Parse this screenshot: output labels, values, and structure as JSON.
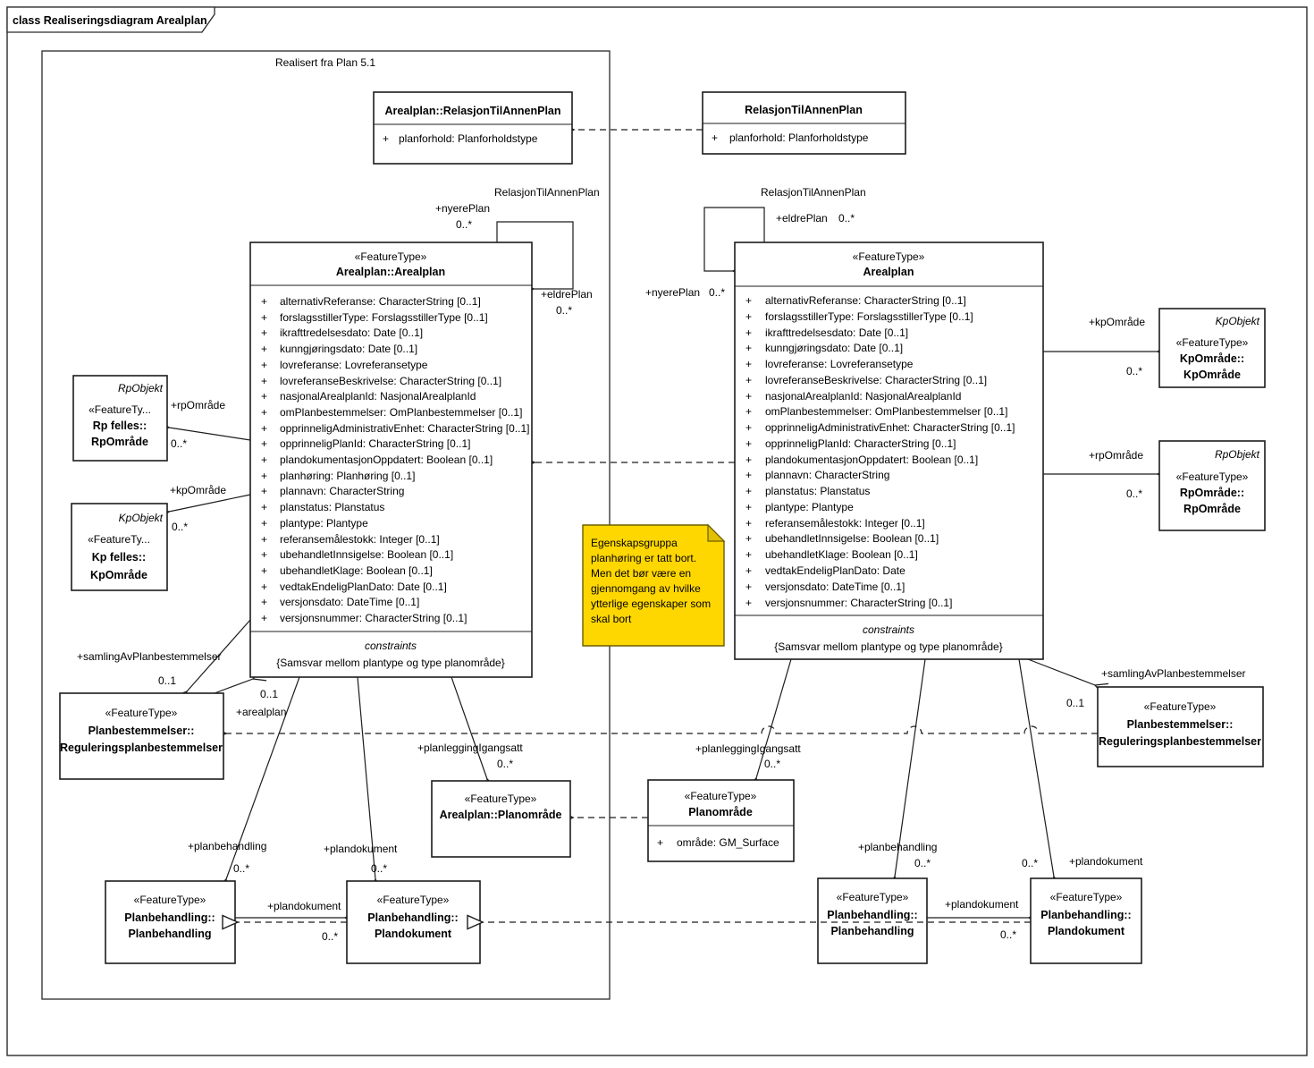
{
  "diagram": {
    "tab_title": "class Realiseringsdiagram Arealplan",
    "frame_label": "Realisert fra Plan 5.1"
  },
  "ui": {
    "plus": "+",
    "constraints_keyword": "constraints"
  },
  "classes": {
    "relasjon_left": {
      "name": "Arealplan::RelasjonTilAnnenPlan",
      "attr": "planforhold: Planforholdstype"
    },
    "relasjon_right": {
      "name": "RelasjonTilAnnenPlan",
      "attr": "planforhold: Planforholdstype"
    },
    "arealplan_left": {
      "stereotype": "«FeatureType»",
      "name": "Arealplan::Arealplan",
      "attributes": [
        "alternativReferanse: CharacterString [0..1]",
        "forslagsstillerType: ForslagsstillerType [0..1]",
        "ikrafttredelsesdato: Date [0..1]",
        "kunngjøringsdato: Date [0..1]",
        "lovreferanse: Lovreferansetype",
        "lovreferanseBeskrivelse: CharacterString [0..1]",
        "nasjonalArealplanId: NasjonalArealplanId",
        "omPlanbestemmelser: OmPlanbestemmelser [0..1]",
        "opprinneligAdministrativEnhet: CharacterString [0..1]",
        "opprinneligPlanId: CharacterString [0..1]",
        "plandokumentasjonOppdatert: Boolean [0..1]",
        "planhøring: Planhøring [0..1]",
        "plannavn: CharacterString",
        "planstatus: Planstatus",
        "plantype: Plantype",
        "referansemålestokk: Integer [0..1]",
        "ubehandletInnsigelse: Boolean [0..1]",
        "ubehandletKlage: Boolean [0..1]",
        "vedtakEndeligPlanDato: Date [0..1]",
        "versjonsdato: DateTime [0..1]",
        "versjonsnummer: CharacterString [0..1]"
      ],
      "constraint": "{Samsvar mellom plantype og type planområde}"
    },
    "arealplan_right": {
      "stereotype": "«FeatureType»",
      "name": "Arealplan",
      "attributes": [
        "alternativReferanse: CharacterString [0..1]",
        "forslagsstillerType: ForslagsstillerType [0..1]",
        "ikrafttredelsesdato: Date [0..1]",
        "kunngjøringsdato: Date [0..1]",
        "lovreferanse: Lovreferansetype",
        "lovreferanseBeskrivelse: CharacterString [0..1]",
        "nasjonalArealplanId: NasjonalArealplanId",
        "omPlanbestemmelser: OmPlanbestemmelser [0..1]",
        "opprinneligAdministrativEnhet: CharacterString [0..1]",
        "opprinneligPlanId: CharacterString [0..1]",
        "plandokumentasjonOppdatert: Boolean [0..1]",
        "plannavn: CharacterString",
        "planstatus: Planstatus",
        "plantype: Plantype",
        "referansemålestokk: Integer [0..1]",
        "ubehandletInnsigelse: Boolean [0..1]",
        "ubehandletKlage: Boolean [0..1]",
        "vedtakEndeligPlanDato: Date",
        "versjonsdato: DateTime [0..1]",
        "versjonsnummer: CharacterString [0..1]"
      ],
      "constraint": "{Samsvar mellom plantype og type planområde}"
    },
    "rp_felles": {
      "parent": "RpObjekt",
      "stereotype": "«FeatureTy...",
      "name_line1": "Rp felles::",
      "name_line2": "RpOmråde"
    },
    "kp_felles": {
      "parent": "KpObjekt",
      "stereotype": "«FeatureTy...",
      "name_line1": "Kp felles::",
      "name_line2": "KpOmråde"
    },
    "kp_omrade": {
      "parent": "KpObjekt",
      "stereotype": "«FeatureType»",
      "name_line1": "KpOmråde::",
      "name_line2": "KpOmråde"
    },
    "rp_omrade": {
      "parent": "RpObjekt",
      "stereotype": "«FeatureType»",
      "name_line1": "RpOmråde::",
      "name_line2": "RpOmråde"
    },
    "regulering_left": {
      "stereotype": "«FeatureType»",
      "name_line1": "Planbestemmelser::",
      "name_line2": "Reguleringsplanbestemmelser"
    },
    "regulering_right": {
      "stereotype": "«FeatureType»",
      "name_line1": "Planbestemmelser::",
      "name_line2": "Reguleringsplanbestemmelser"
    },
    "planomrade_left": {
      "stereotype": "«FeatureType»",
      "name": "Arealplan::Planområde"
    },
    "planomrade_right": {
      "stereotype": "«FeatureType»",
      "name": "Planområde",
      "attr": "område: GM_Surface"
    },
    "planbehandling_left": {
      "stereotype": "«FeatureType»",
      "name_line1": "Planbehandling::",
      "name_line2": "Planbehandling"
    },
    "plandokument_left": {
      "stereotype": "«FeatureType»",
      "name_line1": "Planbehandling::",
      "name_line2": "Plandokument"
    },
    "planbehandling_right": {
      "stereotype": "«FeatureType»",
      "name_line1": "Planbehandling::",
      "name_line2": "Planbehandling"
    },
    "plandokument_right": {
      "stereotype": "«FeatureType»",
      "name_line1": "Planbehandling::",
      "name_line2": "Plandokument"
    }
  },
  "labels": {
    "relasjon_assoc": "RelasjonTilAnnenPlan",
    "nyere_plan": "+nyerePlan",
    "eldre_plan": "+eldrePlan",
    "rp_omrade_role": "+rpOmråde",
    "kp_omrade_role": "+kpOmråde",
    "samling_role": "+samlingAvPlanbestemmelser",
    "arealplan_role": "+arealplan",
    "planbehandling_role": "+planbehandling",
    "plandokument_role": "+plandokument",
    "planlegging_role": "+planleggingIgangsatt",
    "mult_star": "0..*",
    "mult_01": "0..1"
  },
  "note": {
    "fill": "#FFD700",
    "lines": [
      "Egenskapsgruppa",
      "planhøring er tatt bort.",
      "Men det bør være en",
      "gjennomgang av hvilke",
      "ytterlige egenskaper som",
      "skal bort"
    ]
  }
}
